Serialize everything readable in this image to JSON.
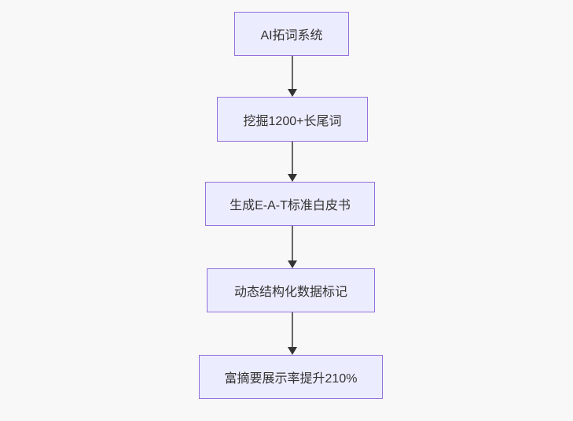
{
  "diagram": {
    "type": "flowchart",
    "direction": "top-down",
    "colors": {
      "background": "#f8f8f8",
      "node_fill": "#ECECFF",
      "node_border": "#9370DB",
      "node_text": "#333333",
      "edge_line": "#666666",
      "edge_arrowhead": "#333333"
    },
    "nodes": [
      {
        "id": "n1",
        "label": "AI拓词系统"
      },
      {
        "id": "n2",
        "label": "挖掘1200+长尾词"
      },
      {
        "id": "n3",
        "label": "生成E-A-T标准白皮书"
      },
      {
        "id": "n4",
        "label": "动态结构化数据标记"
      },
      {
        "id": "n5",
        "label": "富摘要展示率提升210%"
      }
    ],
    "edges": [
      {
        "from": "n1",
        "to": "n2",
        "arrow": "down"
      },
      {
        "from": "n2",
        "to": "n3",
        "arrow": "down"
      },
      {
        "from": "n3",
        "to": "n4",
        "arrow": "down"
      },
      {
        "from": "n4",
        "to": "n5",
        "arrow": "down"
      }
    ]
  }
}
